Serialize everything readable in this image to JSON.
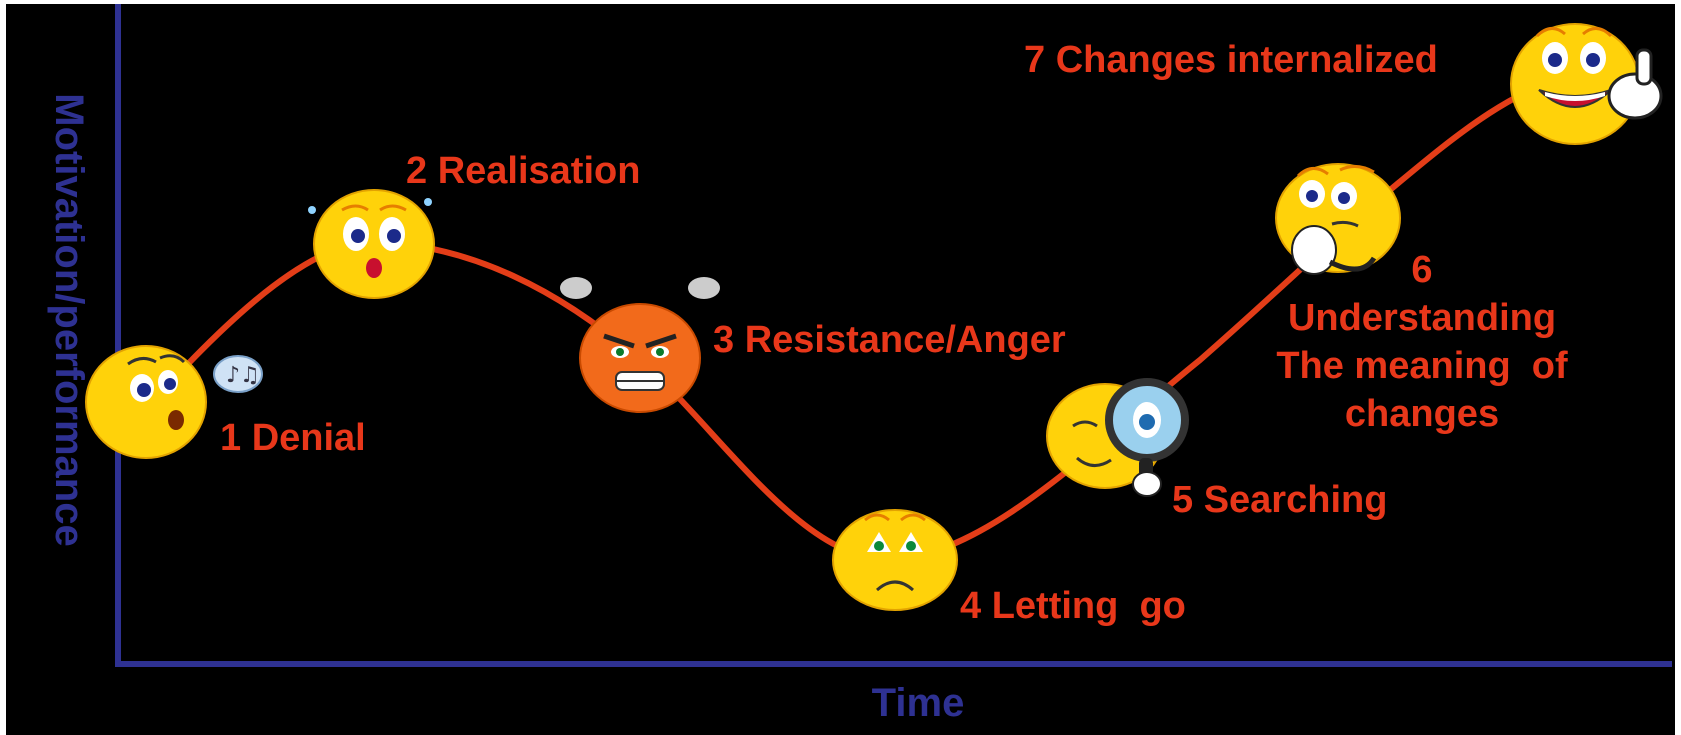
{
  "colors": {
    "background": "#000000",
    "axis": "#2e3192",
    "curve": "#e33d18",
    "label": "#e8371a",
    "face": "#ffd20a",
    "face_angry": "#f26a1b"
  },
  "axes": {
    "x_label": "Time",
    "y_label": "Motivation/performance"
  },
  "stages": [
    {
      "id": "denial",
      "face": "whistling-face-icon",
      "label": "1 Denial"
    },
    {
      "id": "realisation",
      "face": "surprised-face-icon",
      "label": "2 Realisation"
    },
    {
      "id": "resistance",
      "face": "angry-face-icon",
      "label": "3 Resistance/Anger"
    },
    {
      "id": "letting-go",
      "face": "sad-face-icon",
      "label": "4 Letting  go"
    },
    {
      "id": "searching",
      "face": "magnifier-face-icon",
      "label": "5 Searching"
    },
    {
      "id": "understanding",
      "face": "thinking-face-icon",
      "label_lines": [
        "6",
        "Understanding",
        "The meaning  of",
        "changes"
      ]
    },
    {
      "id": "internalized",
      "face": "thumbs-up-face-icon",
      "label": "7 Changes internalized"
    }
  ]
}
